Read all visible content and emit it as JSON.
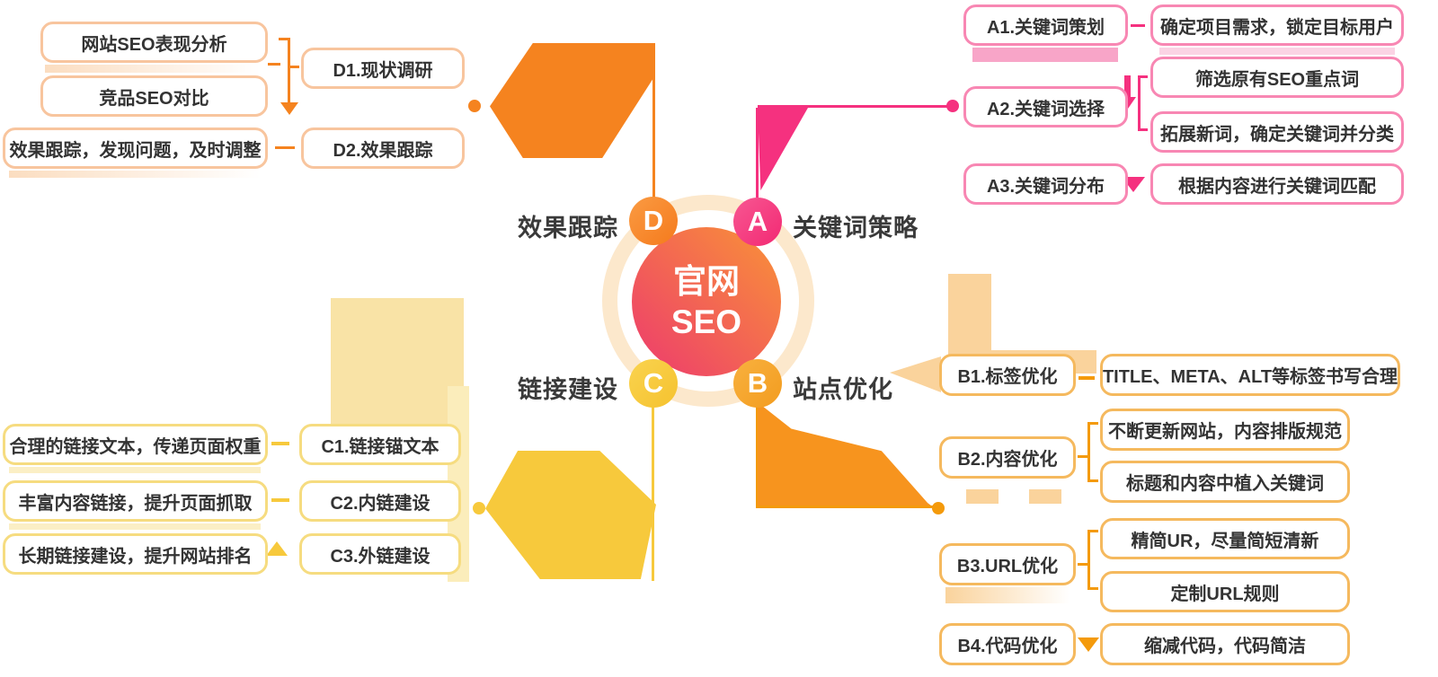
{
  "center": {
    "line1": "官网",
    "line2": "SEO"
  },
  "branches": {
    "a": {
      "letter": "A",
      "label": "关键词策略",
      "color": "#F5317F",
      "items": [
        {
          "label": "A1.关键词策划",
          "descs": [
            "确定项目需求，锁定目标用户"
          ]
        },
        {
          "label": "A2.关键词选择",
          "descs": [
            "筛选原有SEO重点词",
            "拓展新词，确定关键词并分类"
          ]
        },
        {
          "label": "A3.关键词分布",
          "descs": [
            "根据内容进行关键词匹配"
          ]
        }
      ]
    },
    "b": {
      "letter": "B",
      "label": "站点优化",
      "color": "#F49A0B",
      "items": [
        {
          "label": "B1.标签优化",
          "descs": [
            "TITLE、META、ALT等标签书写合理"
          ]
        },
        {
          "label": "B2.内容优化",
          "descs": [
            "不断更新网站，内容排版规范",
            "标题和内容中植入关键词"
          ]
        },
        {
          "label": "B3.URL优化",
          "descs": [
            "精简UR，尽量简短清新",
            "定制URL规则"
          ]
        },
        {
          "label": "B4.代码优化",
          "descs": [
            "缩减代码，代码简洁"
          ]
        }
      ]
    },
    "c": {
      "letter": "C",
      "label": "链接建设",
      "color": "#F7C93C",
      "items": [
        {
          "label": "C1.链接锚文本",
          "descs": [
            "合理的链接文本，传递页面权重"
          ]
        },
        {
          "label": "C2.内链建设",
          "descs": [
            "丰富内容链接，提升页面抓取"
          ]
        },
        {
          "label": "C3.外链建设",
          "descs": [
            "长期链接建设，提升网站排名"
          ]
        }
      ]
    },
    "d": {
      "letter": "D",
      "label": "效果跟踪",
      "color": "#F5831F",
      "items": [
        {
          "label": "D1.现状调研",
          "descs": [
            "网站SEO表现分析",
            "竞品SEO对比"
          ]
        },
        {
          "label": "D2.效果跟踪",
          "descs": [
            "效果跟踪，发现问题，及时调整"
          ]
        }
      ]
    }
  },
  "colors": {
    "pink": "#F5317F",
    "pink-border": "#F887B3",
    "pink-shadow": "#F8A5C8",
    "pink-shadow-light": "#FBD3E4",
    "orange": "#F5831F",
    "orange-b": "#F49A0B",
    "orange-border-d": "#F8C59E",
    "orange-border-b": "#F5B95E",
    "orange-wedge": "#F7941E",
    "orange-pale": "#FAD39C",
    "orange-shadow": "#FBDDC0",
    "yellow": "#F7C93C",
    "yellow-border": "#F6DC80",
    "yellow-pale": "#F9E3A6",
    "yellow-pale2": "#FBEDBB",
    "yellow-shadow": "#FBEFC5",
    "ring": "#FCE8CC",
    "grad-start": "#F99337",
    "grad-end": "#ED3A6E",
    "text": "#333333"
  }
}
